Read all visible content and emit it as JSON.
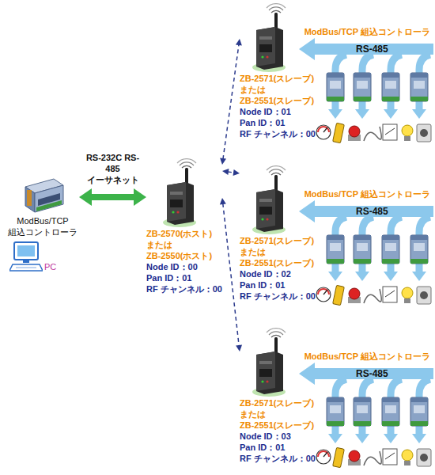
{
  "diagram": {
    "nodes": [
      {
        "text": [
          "ModBus/TCP 組込コントローラ"
        ]
      },
      {
        "text": [
          "PC"
        ]
      },
      {
        "text": [
          "ZB-2570(ホスト)",
          "または",
          "ZB-2550(ホスト)",
          "Node ID：00",
          "Pan ID：01",
          "RF チャンネル：00"
        ]
      },
      {
        "text": [
          "ZB-2571(スレーブ)",
          "または",
          "ZB-2551(スレーブ)",
          "Node ID：01",
          "Pan ID：01",
          "RF チャンネル：00"
        ]
      },
      {
        "text": [
          "ZB-2571(スレーブ)",
          "または",
          "ZB-2551(スレーブ)",
          "Node ID：02",
          "Pan ID：01",
          "RF チャンネル：00"
        ]
      },
      {
        "text": [
          "ZB-2571(スレーブ)",
          "または",
          "ZB-2551(スレーブ)",
          "Node ID：03",
          "Pan ID：01",
          "RF チャンネル：00"
        ]
      }
    ],
    "edges": [
      {
        "from": 0,
        "to": 2,
        "arrow": "both",
        "label": "RS-232C RS-485 イーサネット"
      },
      {
        "from": 2,
        "to": 3,
        "arrow": "both"
      },
      {
        "from": 2,
        "to": 4,
        "arrow": "both"
      },
      {
        "from": 2,
        "to": 5,
        "arrow": "both"
      }
    ],
    "labels": [
      "ModBus/TCP 組込コントローラ",
      "RS-485",
      "ModBus/TCP 組込コントローラ",
      "RS-485",
      "ModBus/TCP 組込コントローラ",
      "RS-485"
    ]
  }
}
